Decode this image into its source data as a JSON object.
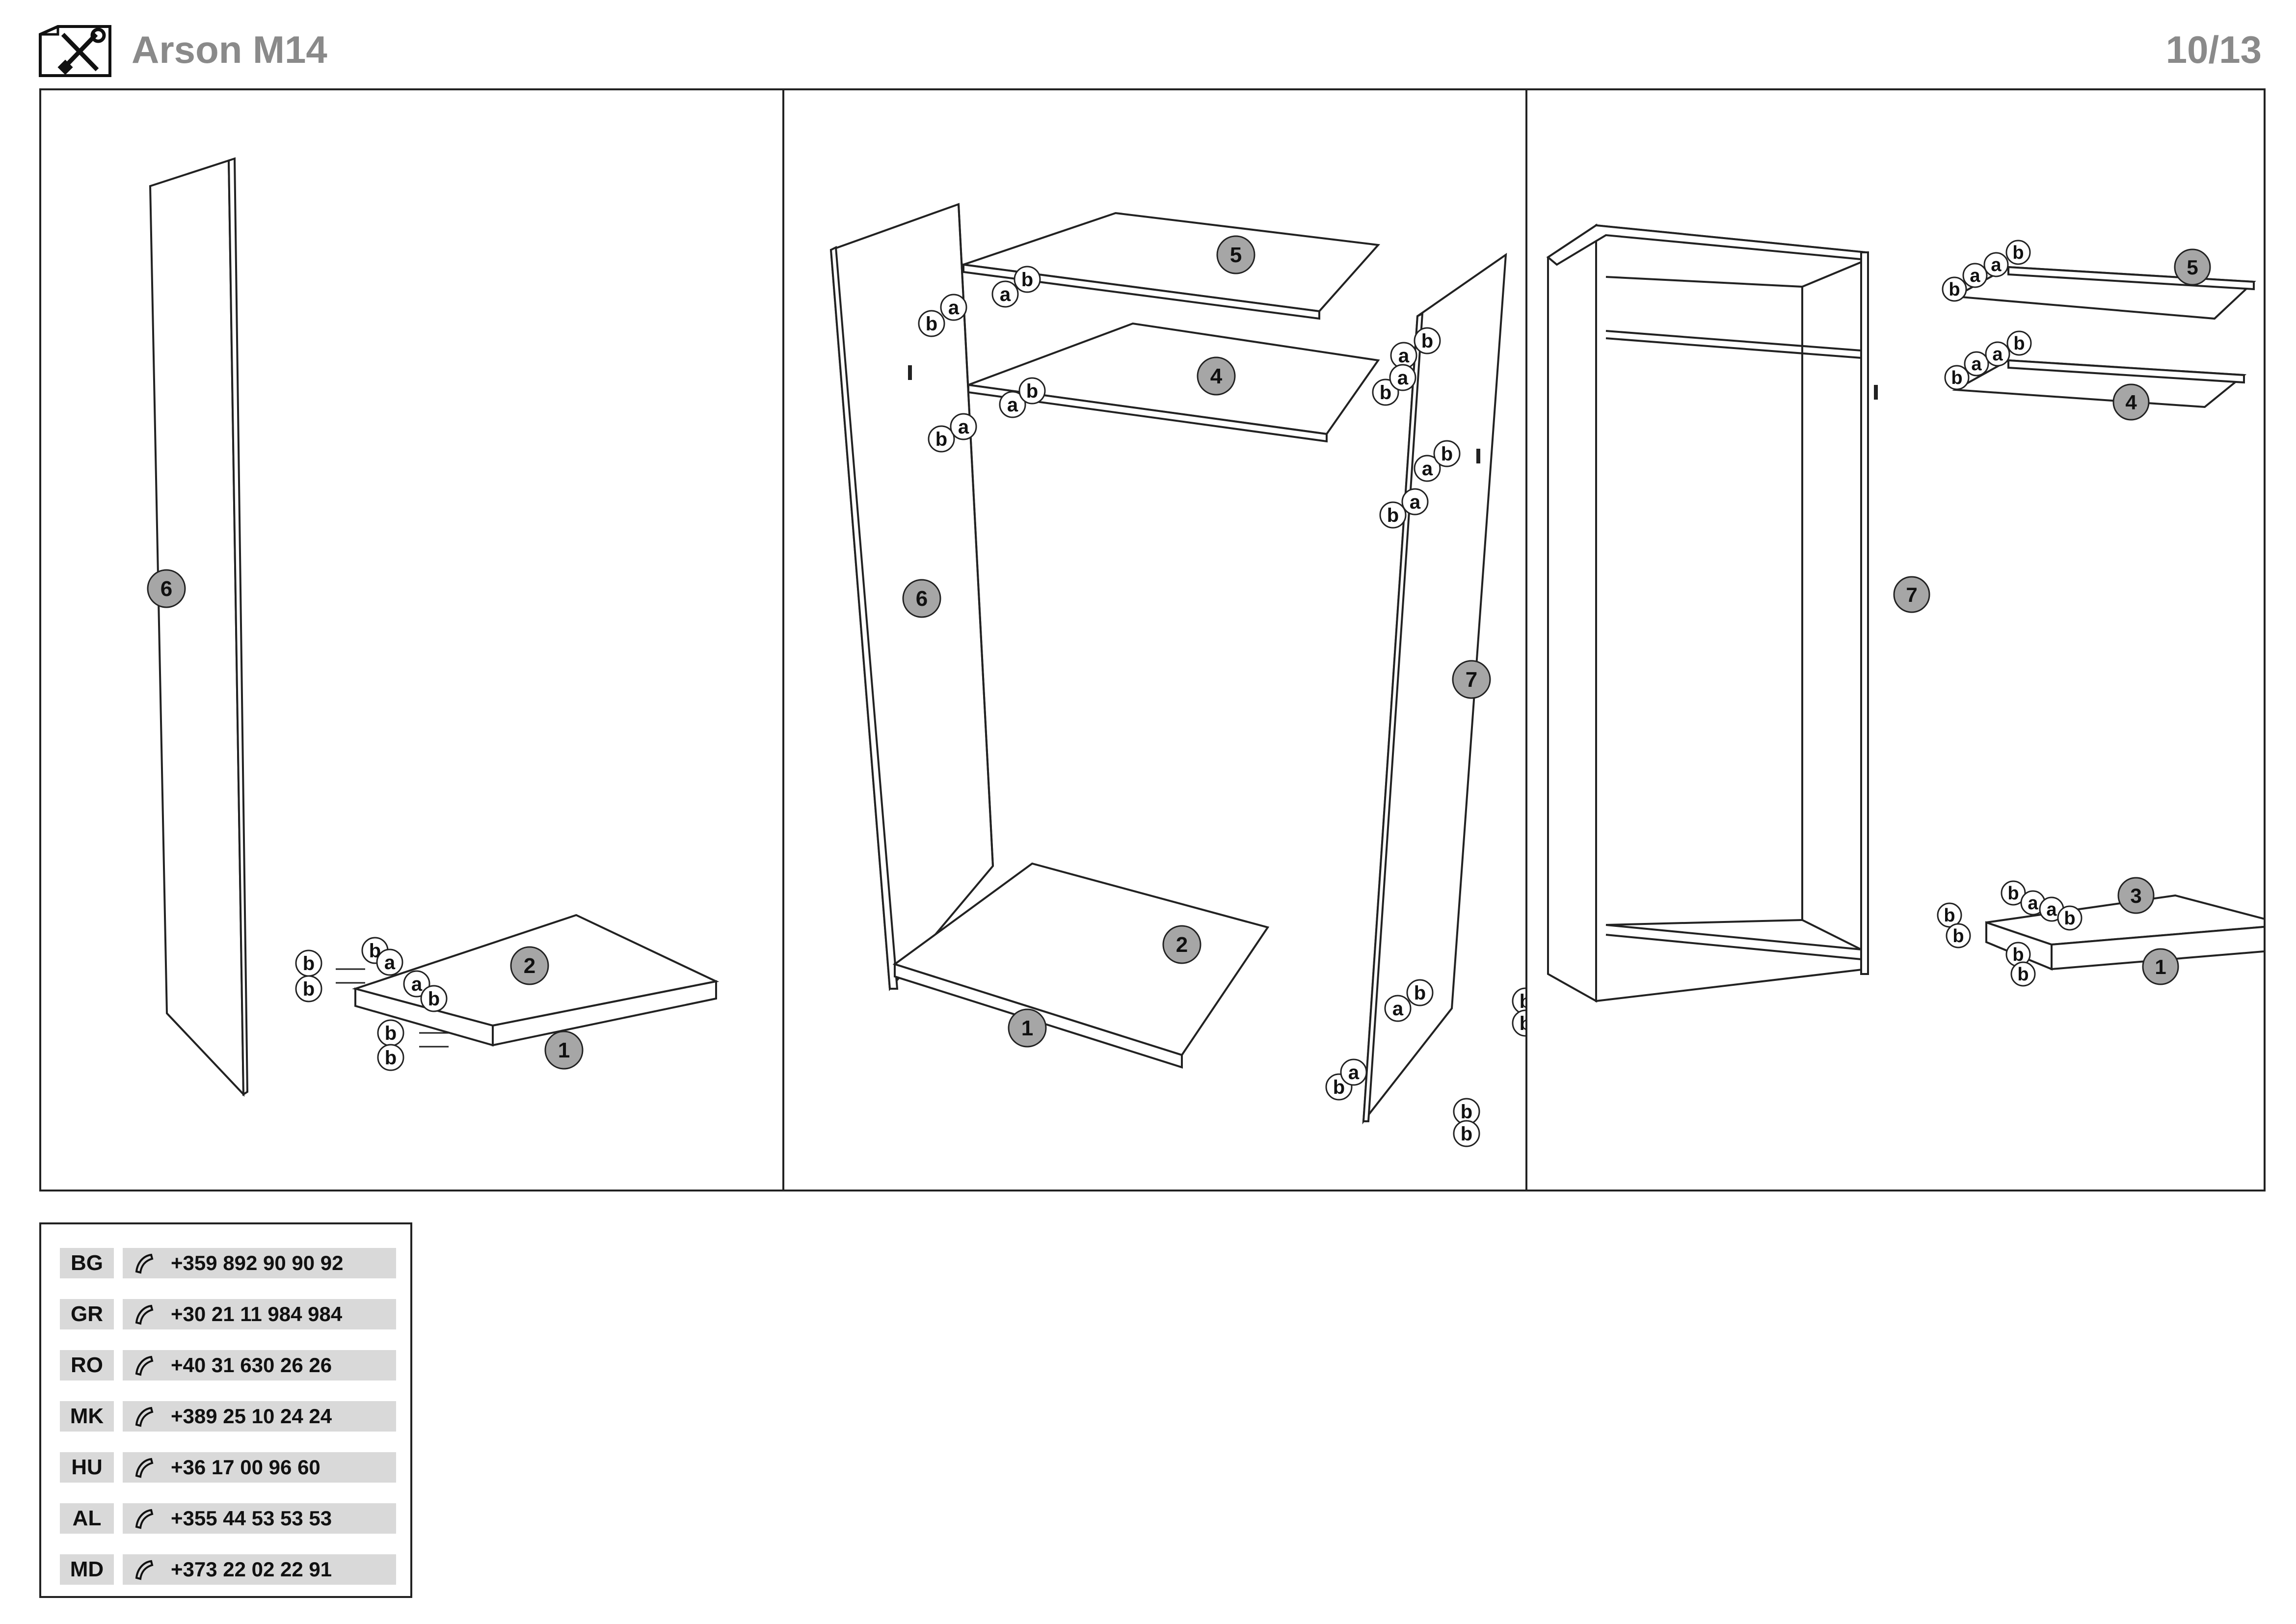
{
  "header": {
    "title": "Arson M14",
    "page": "10/13",
    "icon": "tools-icon"
  },
  "labels": {
    "a": "a",
    "b": "b",
    "p1": "1",
    "p2": "2",
    "p3": "3",
    "p4": "4",
    "p5": "5",
    "p6": "6",
    "p7": "7"
  },
  "contacts": [
    {
      "country": "BG",
      "phone": "+359 892 90 90 92"
    },
    {
      "country": "GR",
      "phone": "+30 21 11 984 984"
    },
    {
      "country": "RO",
      "phone": "+40 31 630 26 26"
    },
    {
      "country": "MK",
      "phone": "+389 25 10 24 24"
    },
    {
      "country": "HU",
      "phone": "+36 17 00 96 60"
    },
    {
      "country": "AL",
      "phone": "+355 44 53 53 53"
    },
    {
      "country": "MD",
      "phone": "+373 22 02 22 91"
    }
  ],
  "colors": {
    "header_text": "#8a8a8a",
    "part_badge": "#a6a6a6",
    "contact_bg": "#d9d9d9",
    "line": "#222222"
  }
}
